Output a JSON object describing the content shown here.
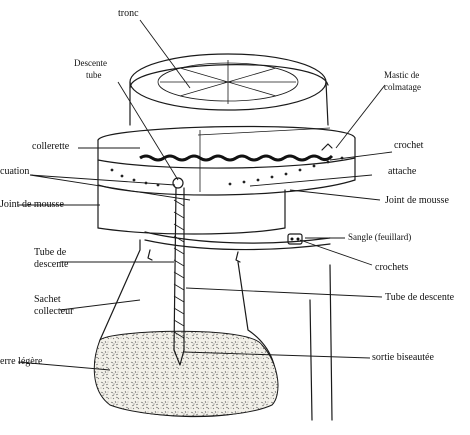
{
  "labels": {
    "tronc": "tronc",
    "descente_tube": [
      "Descente",
      "tube"
    ],
    "mastic": [
      "Mastic de",
      "colmatage"
    ],
    "collerette": "collerette",
    "crochet": "crochet",
    "fixation_partial": "cuation",
    "attache": "attache",
    "joint_mousse_left": "Joint de mousse",
    "joint_mousse_right": "Joint de mousse",
    "sangle": "Sangle (feuillard)",
    "tube_descente_left": [
      "Tube de",
      "descente"
    ],
    "crochets": "crochets",
    "tube_descente_right": "Tube de descente",
    "sachet": [
      "Sachet",
      "collecteur"
    ],
    "terre_legere": "erre légère",
    "sortie": "sortie biseautée"
  }
}
